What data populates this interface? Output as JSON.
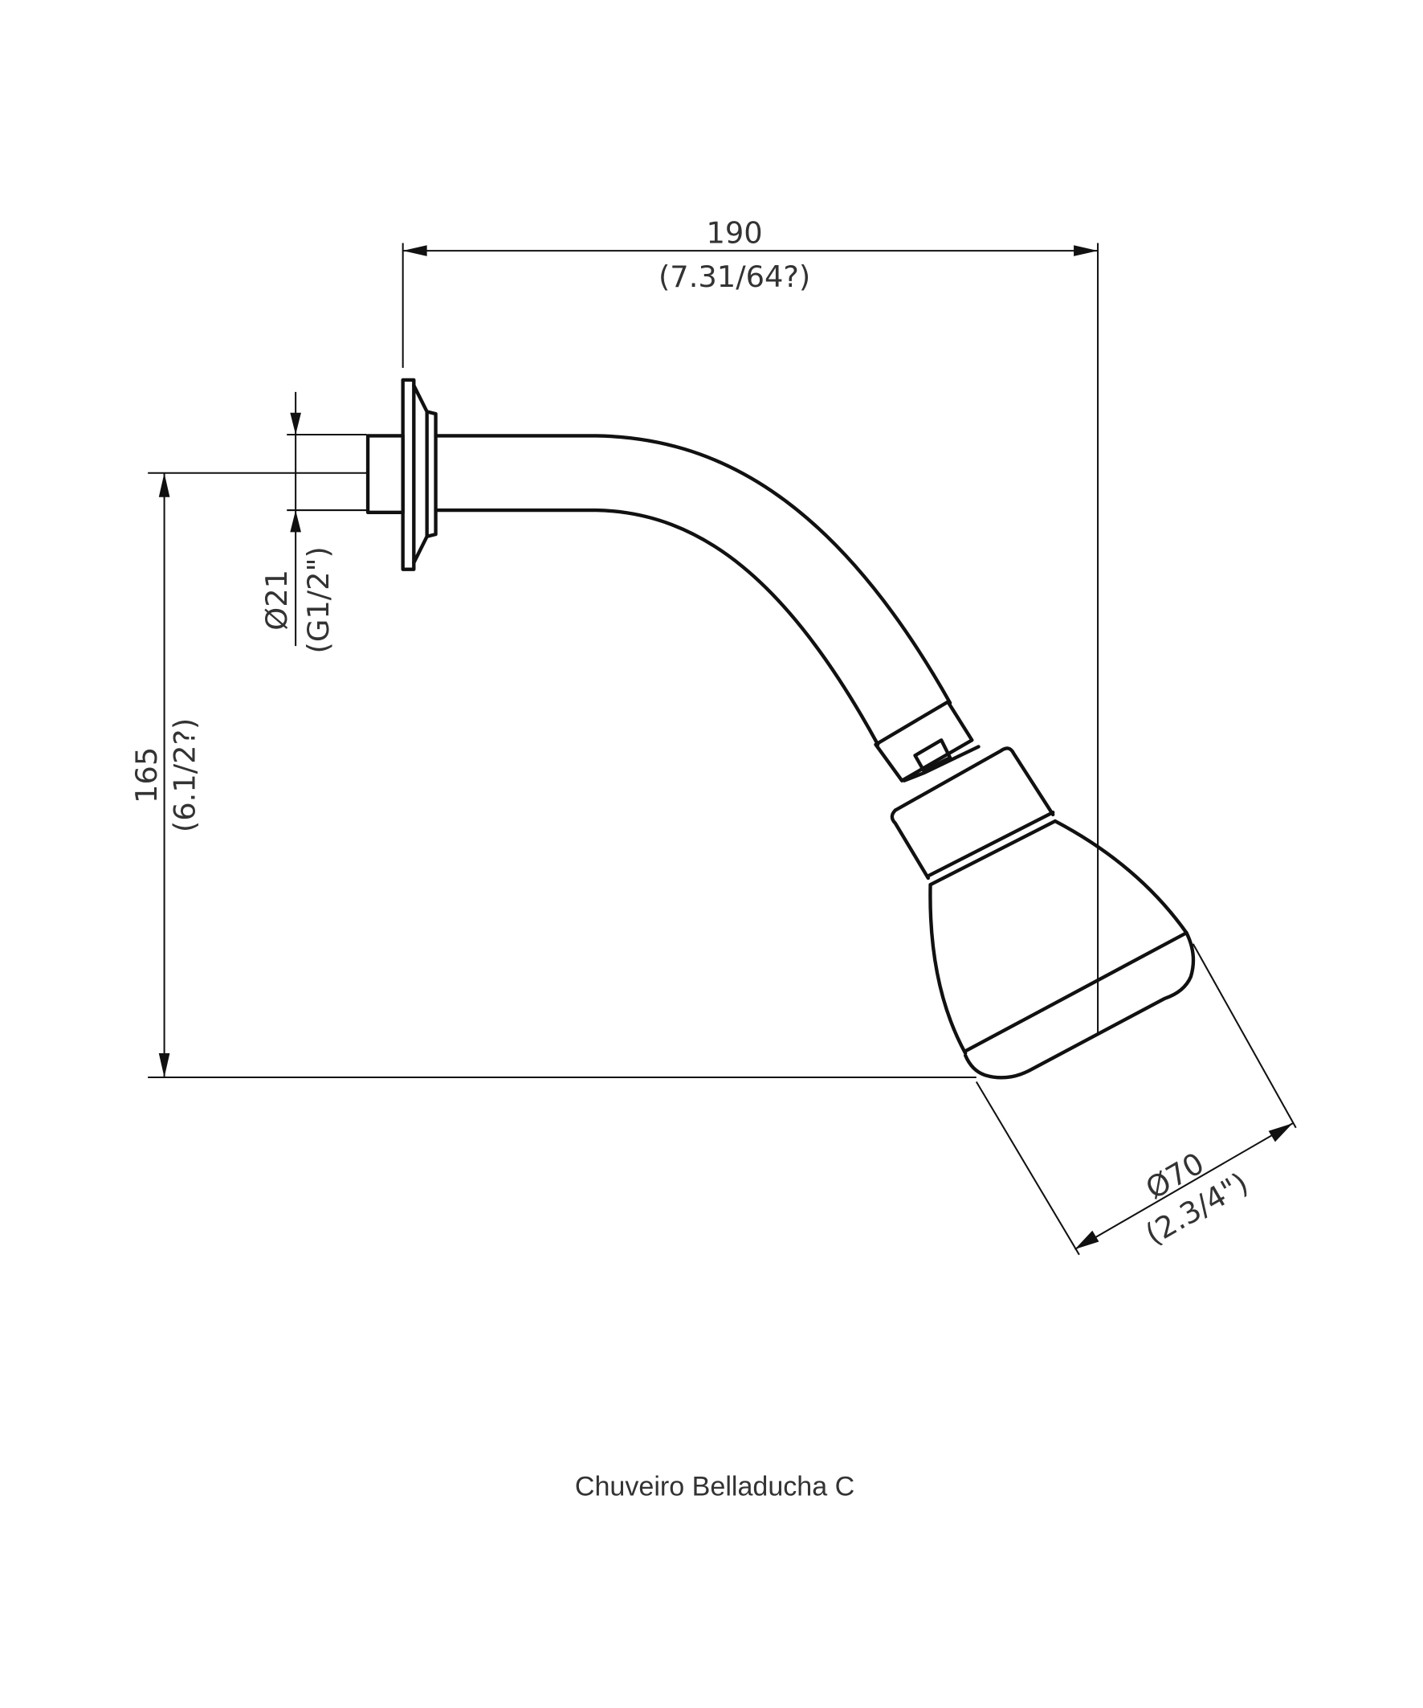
{
  "drawing": {
    "width_dimension": {
      "value": "190",
      "imperial": "(7.31/64?)"
    },
    "height_dimension": {
      "value": "165",
      "imperial": "(6.1/2?)"
    },
    "inlet_dimension": {
      "value": "Ø21",
      "imperial": "(G1/2\")"
    },
    "head_dimension": {
      "value": "Ø70",
      "imperial": "(2.3/4\")"
    }
  },
  "caption": "Chuveiro Belladucha C"
}
